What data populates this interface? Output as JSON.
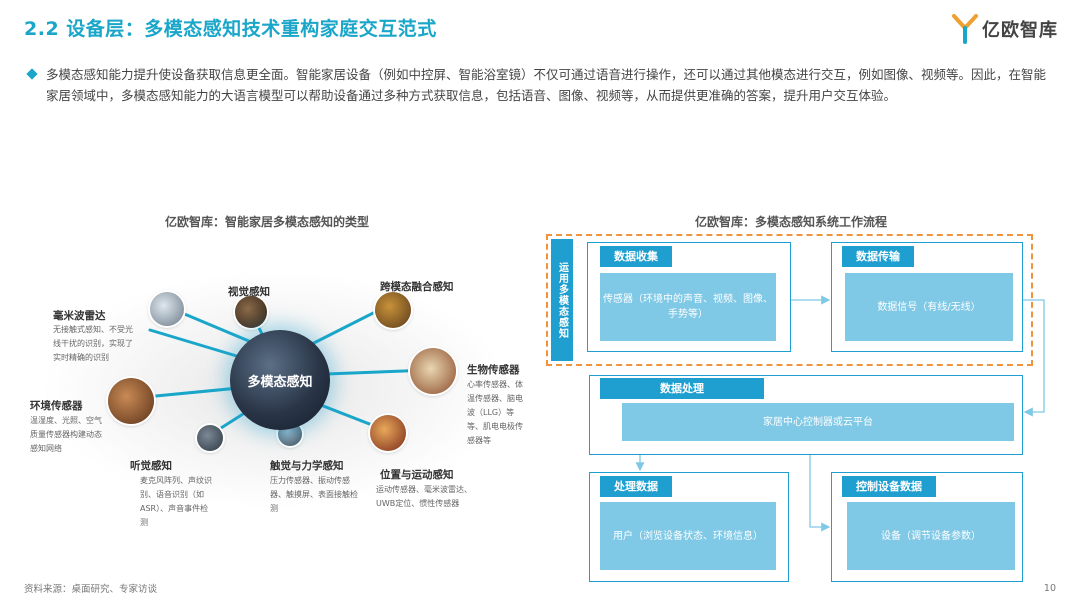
{
  "header": {
    "title": "2.2 设备层：多模态感知技术重构家庭交互范式",
    "logo_text": "亿欧智库"
  },
  "intro": "多模态感知能力提升使设备获取信息更全面。智能家居设备（例如中控屏、智能浴室镜）不仅可通过语音进行操作，还可以通过其他模态进行交互，例如图像、视频等。因此，在智能家居领域中，多模态感知能力的大语言模型可以帮助设备通过多种方式获取信息，包括语音、图像、视频等，从而提供更准确的答案，提升用户交互体验。",
  "left_diagram": {
    "title": "亿欧智库：智能家居多模态感知的类型",
    "hub": "多模态感知",
    "nodes": {
      "visual": {
        "label": "视觉感知"
      },
      "fusion": {
        "label": "跨模态融合感知"
      },
      "mmwave": {
        "label": "毫米波雷达",
        "desc": "无接触式感知、不受光线干扰的识别，实现了实时精确的识别"
      },
      "bio": {
        "label": "生物传感器",
        "desc": "心率传感器、体温传感器、脑电波（LLG）等等、肌电电极传感器等"
      },
      "env": {
        "label": "环境传感器",
        "desc": "温湿度、光照、空气质量传感器构建动态感知网络"
      },
      "hearing": {
        "label": "听觉感知",
        "desc": "麦克风阵列、声纹识别、语音识别（如ASR）、声音事件检测"
      },
      "touch": {
        "label": "触觉与力学感知",
        "desc": "压力传感器、振动传感器、触摸屏、表面接触检测"
      },
      "position": {
        "label": "位置与运动感知",
        "desc": "运动传感器、毫米波雷达、UWB定位、惯性传感器"
      }
    }
  },
  "right_diagram": {
    "title": "亿欧智库：多模态感知系统工作流程",
    "side_tag": "运用多模态感知",
    "collect": {
      "head": "数据收集",
      "body": "传感器（环境中的声音、视频、图像、手势等）"
    },
    "transfer": {
      "head": "数据传输",
      "body": "数据信号（有线/无线）"
    },
    "process": {
      "head": "数据处理",
      "body": "家居中心控制器或云平台"
    },
    "handle": {
      "head": "处理数据",
      "body": "用户（浏览设备状态、环境信息）"
    },
    "control": {
      "head": "控制设备数据",
      "body": "设备（调节设备参数）"
    }
  },
  "footer": {
    "source": "资料来源：桌面研究、专家访谈",
    "page": "10"
  },
  "colors": {
    "accent": "#1aa6c9",
    "flow_blue": "#1e9fcf",
    "flow_light": "#7fc8e6",
    "dash_orange": "#f0933d"
  }
}
